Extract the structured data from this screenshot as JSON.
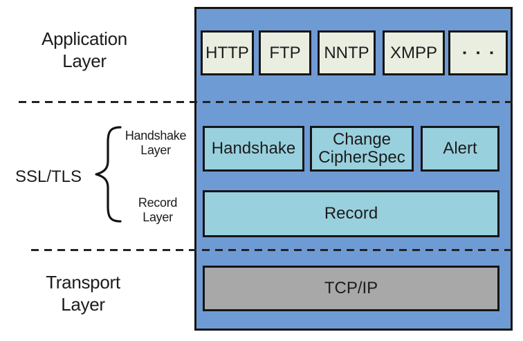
{
  "palette": {
    "page_bg": "#ffffff",
    "container_blue": "#6f9bd5",
    "protocol_box_bg": "#eaeee0",
    "ssl_box_bg": "#99d0de",
    "transport_box_bg": "#a8a8a8",
    "border_dark": "#141414",
    "dash_color": "#222222",
    "text_color": "#1c1c1c"
  },
  "left_labels": {
    "application": "Application\nLayer",
    "ssl_tls": "SSL/TLS",
    "handshake_sublayer": "Handshake\nLayer",
    "record_sublayer": "Record\nLayer",
    "transport": "Transport\nLayer"
  },
  "application_layer": {
    "protocols": [
      "HTTP",
      "FTP",
      "NNTP",
      "XMPP",
      "▪ ▪ ▪"
    ]
  },
  "ssl_layer": {
    "handshake_layer_boxes": [
      "Handshake",
      "Change\nCipherSpec",
      "Alert"
    ],
    "record_layer_box": "Record"
  },
  "transport_layer": {
    "box": "TCP/IP"
  }
}
